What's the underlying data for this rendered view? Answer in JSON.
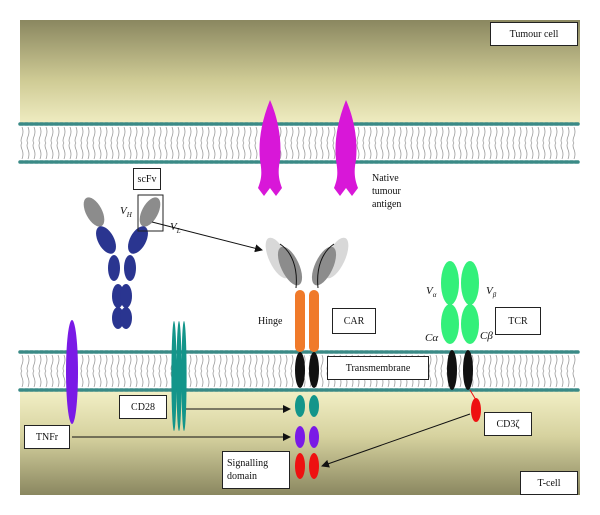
{
  "labels": {
    "tumour_cell": "Tumour cell",
    "t_cell": "T-cell",
    "native_tumour_antigen": "Native\ntumour\nantigen",
    "scfv": "scFv",
    "vh": "V",
    "vh_sub": "H",
    "vl": "V",
    "vl_sub": "L",
    "hinge": "Hinge",
    "car": "CAR",
    "transmembrane": "Transmembrane",
    "tcr": "TCR",
    "v_alpha": "V",
    "v_alpha_sub": "α",
    "v_beta": "V",
    "v_beta_sub": "β",
    "c_alpha": "Cα",
    "c_beta": "Cβ",
    "cd28": "CD28",
    "tnfr": "TNFr",
    "cd3z": "CD3ζ",
    "signalling_domain": "Signalling\ndomain"
  },
  "colors": {
    "background_olive": "#8a8760",
    "background_cream": "#f2efc4",
    "membrane_teal": "#3a8a86",
    "antigen_magenta": "#d817d8",
    "antibody_navy": "#2a3590",
    "scfv_grey": "#8c8c8c",
    "scfv_light": "#d8d8d8",
    "hinge_orange": "#f07a2a",
    "tcr_green": "#33f07a",
    "tm_black": "#111111",
    "cd28_teal": "#13958a",
    "tnfr_violet": "#7a1ae6",
    "signal_red": "#ee1111"
  }
}
